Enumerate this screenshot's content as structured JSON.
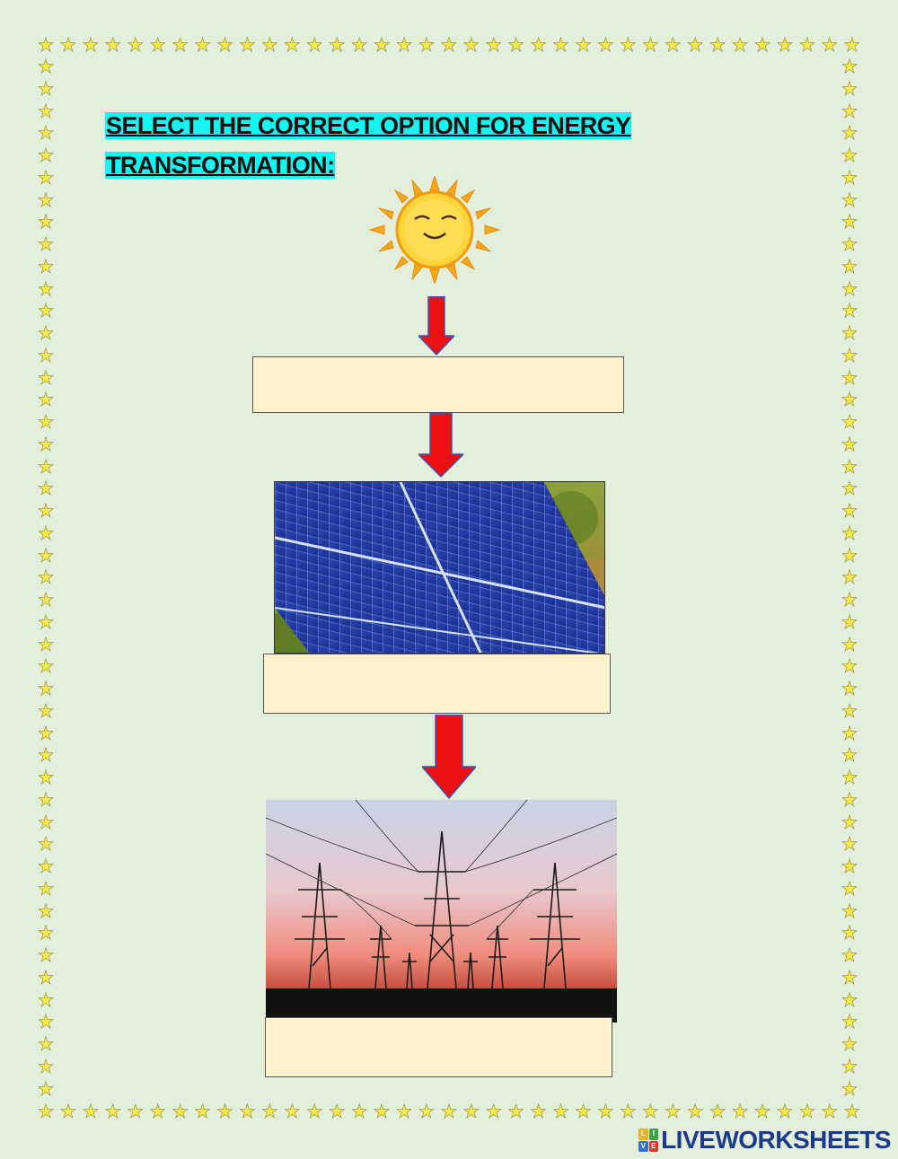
{
  "worksheet": {
    "title_line1": "SELECT THE CORRECT OPTION FOR ENERGY",
    "title_line2": "TRANSFORMATION:"
  },
  "answer_boxes": [
    {
      "value": ""
    },
    {
      "value": ""
    },
    {
      "value": ""
    }
  ],
  "images": {
    "sun": "smiling-sun",
    "solar": "solar-panels",
    "towers": "power-lines"
  },
  "branding": {
    "text": "LIVEWORKSHEETS",
    "logo_letters": [
      "L",
      "I",
      "V",
      "E"
    ]
  },
  "colors": {
    "background": "#e3efdb",
    "title_highlight": "#16f4f1",
    "answer_box": "#fff2cc",
    "arrow": "#ee1111",
    "star": "#f5ea4a",
    "brand": "#1b3a8c"
  }
}
